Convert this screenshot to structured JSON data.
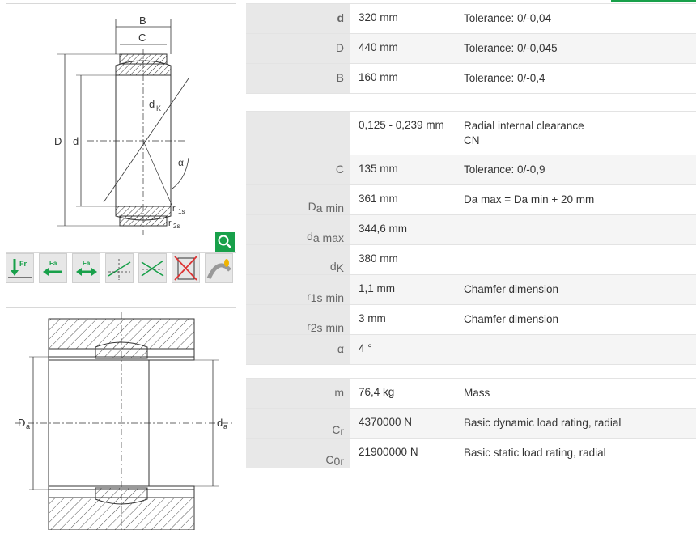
{
  "accent": "#18a04a",
  "drawing1": {
    "labels": {
      "B": "B",
      "C": "C",
      "D": "D",
      "d": "d",
      "dK": "d",
      "dK_sub": "K",
      "alpha": "α",
      "r1s": "r",
      "r1s_sub": "1s",
      "r2s": "r",
      "r2s_sub": "2s"
    },
    "zoom_icon": "magnifier-icon"
  },
  "load_icons": [
    {
      "name": "radial-load-icon",
      "text": "Fr"
    },
    {
      "name": "axial-load-left-icon",
      "text": "Fa"
    },
    {
      "name": "axial-load-both-icon",
      "text": "Fa"
    },
    {
      "name": "tilt-angle-icon",
      "text": ""
    },
    {
      "name": "oscillation-icon",
      "text": ""
    },
    {
      "name": "no-relubrication-icon",
      "text": ""
    },
    {
      "name": "lubrication-icon",
      "text": ""
    }
  ],
  "drawing2": {
    "labels": {
      "Da": "D",
      "Da_sub": "a",
      "da": "d",
      "da_sub": "a"
    }
  },
  "groups": [
    {
      "rows": [
        {
          "label": "d",
          "sub": "",
          "value": "320  mm",
          "desc": "Tolerance: 0/-0,04"
        },
        {
          "label": "D",
          "sub": "",
          "value": "440  mm",
          "desc": "Tolerance: 0/-0,045"
        },
        {
          "label": "B",
          "sub": "",
          "value": "160  mm",
          "desc": "Tolerance: 0/-0,4"
        }
      ]
    },
    {
      "rows": [
        {
          "label": "",
          "sub": "",
          "value": "0,125 - 0,239  mm",
          "desc": "Radial internal clearance",
          "desc2": "CN"
        },
        {
          "label": "C",
          "sub": "",
          "value": "135  mm",
          "desc": "Tolerance: 0/-0,9"
        },
        {
          "label": "D",
          "sub": "a min",
          "value": "361  mm",
          "desc": "Da max = Da min + 20 mm"
        },
        {
          "label": "d",
          "sub": "a max",
          "value": "344,6  mm",
          "desc": ""
        },
        {
          "label": "d",
          "sub": "K",
          "value": "380  mm",
          "desc": ""
        },
        {
          "label": "r",
          "sub": "1s min",
          "value": "1,1  mm",
          "desc": "Chamfer dimension"
        },
        {
          "label": "r",
          "sub": "2s min",
          "value": "3  mm",
          "desc": "Chamfer dimension"
        },
        {
          "label": "α",
          "sub": "",
          "value": "4  °",
          "desc": ""
        }
      ]
    },
    {
      "rows": [
        {
          "label": "m",
          "sub": "",
          "value": "76,4  kg",
          "desc": "Mass"
        },
        {
          "label": "C",
          "sub": "r",
          "value": "4370000  N",
          "desc": "Basic dynamic load rating, radial"
        },
        {
          "label": "C",
          "sub": "0r",
          "value": "21900000  N",
          "desc": "Basic static load rating, radial"
        }
      ]
    }
  ]
}
